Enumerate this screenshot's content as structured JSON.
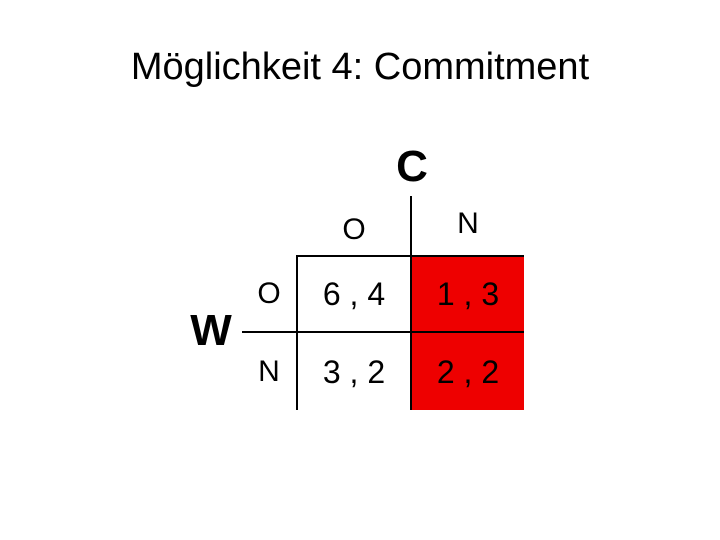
{
  "title": "Möglichkeit 4: Commitment",
  "game": {
    "column_player": "C",
    "row_player": "W",
    "column_strategies": [
      "O",
      "N"
    ],
    "row_strategies": [
      "O",
      "N"
    ],
    "payoffs": [
      [
        "6 , 4",
        "1 , 3"
      ],
      [
        "3 , 2",
        "2 , 2"
      ]
    ],
    "highlight_color": "#ee0000"
  }
}
